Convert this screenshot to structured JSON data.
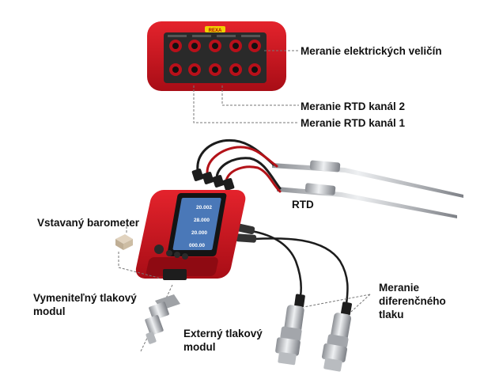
{
  "colors": {
    "device_red": "#d0101c",
    "device_dark": "#8e0a12",
    "probe_steel": "#c4c6c9",
    "cable": "#1c1c1c",
    "leader": "#777777"
  },
  "top_unit": {
    "brand": "REXA"
  },
  "screen": {
    "readings": [
      "20.002",
      "28.000",
      "20.000",
      "000.00"
    ]
  },
  "labels": {
    "electrical": "Meranie elektrických veličín",
    "rtd_ch2": "Meranie RTD kanál 2",
    "rtd_ch1": "Meranie RTD kanál 1",
    "rtd": "RTD",
    "barometer": "Vstavaný barometer",
    "replaceable_line1": "Vymeniteľný tlakový",
    "replaceable_line2": "modul",
    "external_line1": "Externý tlakový",
    "external_line2": "modul",
    "diff_line1": "Meranie",
    "diff_line2": "diferenčného",
    "diff_line3": "tlaku"
  }
}
